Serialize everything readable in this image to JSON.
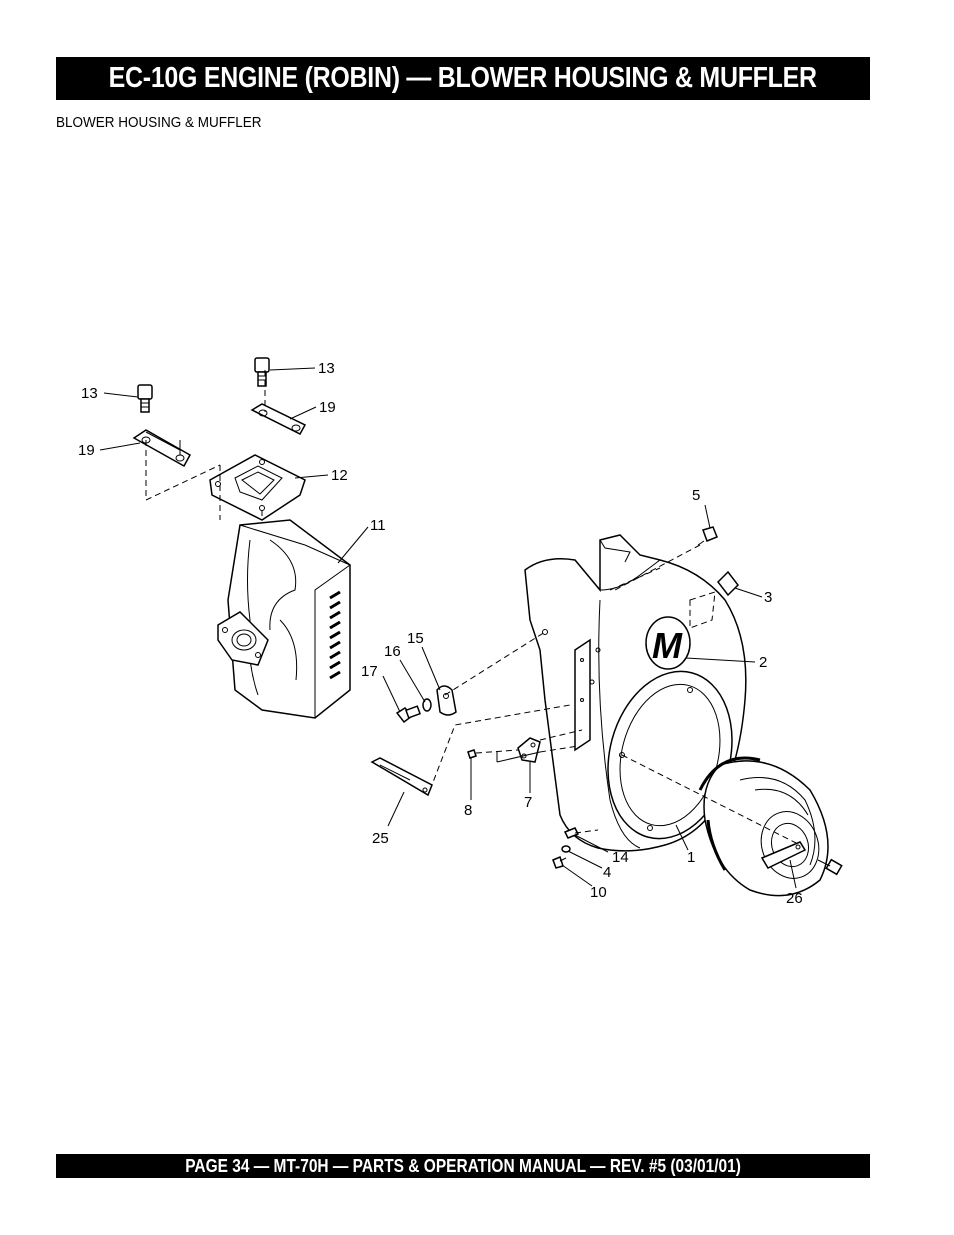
{
  "header": {
    "title": "EC-10G ENGINE (ROBIN) — BLOWER HOUSING & MUFFLER",
    "subtitle": "BLOWER HOUSING & MUFFLER"
  },
  "diagram": {
    "callouts": {
      "c13a": "13",
      "c13b": "13",
      "c19a": "19",
      "c19b": "19",
      "c12": "12",
      "c11": "11",
      "c5": "5",
      "c3": "3",
      "c2": "2",
      "c15": "15",
      "c16": "16",
      "c17": "17",
      "c8": "8",
      "c7": "7",
      "c25": "25",
      "c14": "14",
      "c4": "4",
      "c10": "10",
      "c1": "1",
      "c26": "26"
    },
    "logo_letter": "M"
  },
  "footer": {
    "text": "PAGE 34 — MT-70H — PARTS & OPERATION MANUAL — REV. #5 (03/01/01)"
  }
}
